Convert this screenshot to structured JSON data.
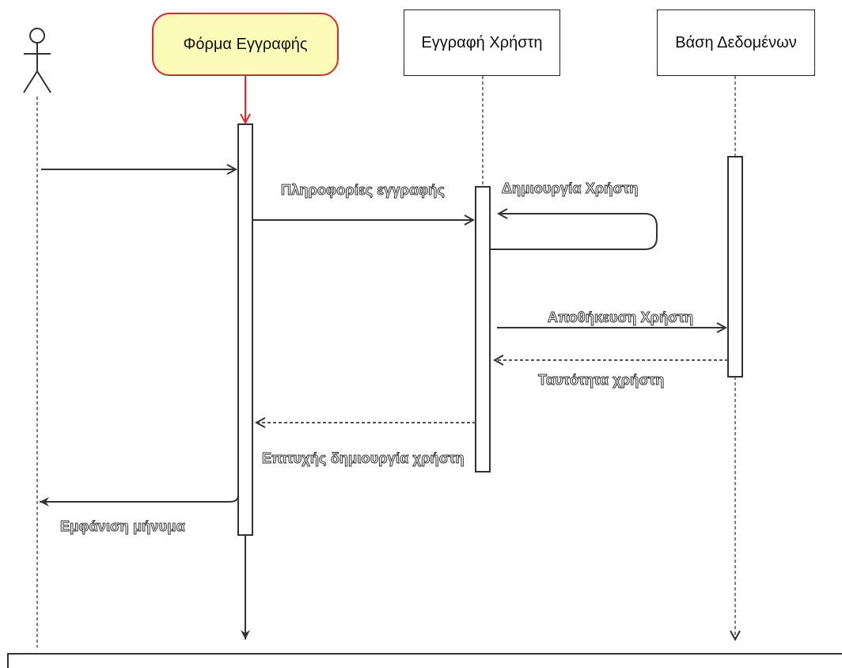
{
  "lifelines": {
    "form": "Φόρμα Εγγραφής",
    "registration": "Εγγραφή Χρήστη",
    "database": "Βάση Δεδομένων"
  },
  "messages": {
    "registration_info": "Πληροφορίες εγγραφής",
    "create_user": "Δημιουργία Χρήστη",
    "store_user": "Αποθήκευση Χρήστη",
    "user_id": "Ταυτότητα χρήστη",
    "creation_success": "Επιτυχής δημιουργία χρήστη",
    "show_message": "Εμφάνιση μήνυμα"
  },
  "colors": {
    "form_fill": "#fdfbb8",
    "form_border": "#e2262b",
    "line": "#333333"
  }
}
